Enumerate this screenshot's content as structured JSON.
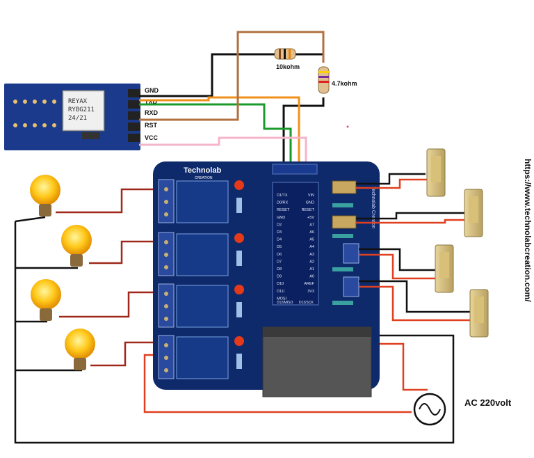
{
  "module": {
    "chip_brand": "REYAX",
    "chip_model": "RYBG211",
    "chip_date": "24/21",
    "pins": [
      "GND",
      "TXD",
      "RXD",
      "RST",
      "VCC"
    ]
  },
  "resistors": {
    "r1": "10kohm",
    "r2": "4.7kohm"
  },
  "board": {
    "logo": "Technolab",
    "logo_sub": "CREATION",
    "side_text": "Technolab Creation",
    "pin_left": [
      "D1/TX",
      "D0/RX",
      "RESET",
      "GND",
      "D2",
      "D3",
      "D4",
      "D5",
      "D6",
      "D7",
      "D8",
      "D9",
      "D10",
      "D11/",
      "MOSI"
    ],
    "pin_right": [
      "VIN",
      "GND",
      "RESET",
      "+5V",
      "A7",
      "A6",
      "A5",
      "A4",
      "A3",
      "A2",
      "A1",
      "A0",
      "AREF",
      "3V3"
    ],
    "bottom_labels": [
      "D12/MISO",
      "D13/SCK"
    ]
  },
  "ac_label": "AC 220volt",
  "url": "https://www.technolabcreation.com/",
  "colors": {
    "board": "#0f2a6b",
    "wire_brown": "#b07040",
    "wire_orange": "#f0901a",
    "wire_green": "#1a9a2a",
    "wire_pink": "#f5b5c8",
    "wire_red": "#e04020",
    "wire_black": "#111111",
    "relay_red": "#e43a1a"
  }
}
